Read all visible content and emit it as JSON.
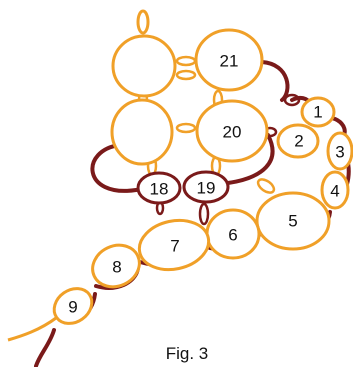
{
  "diagram": {
    "caption": "Fig. 3",
    "colors": {
      "orange": "#f0a028",
      "maroon": "#7a1a1a"
    },
    "rings": [
      {
        "label": "21",
        "color": "orange"
      },
      {
        "label": "20",
        "color": "orange"
      },
      {
        "label": "1",
        "color": "orange"
      },
      {
        "label": "2",
        "color": "orange"
      },
      {
        "label": "3",
        "color": "orange"
      },
      {
        "label": "4",
        "color": "orange"
      },
      {
        "label": "5",
        "color": "orange"
      },
      {
        "label": "6",
        "color": "orange"
      },
      {
        "label": "7",
        "color": "orange"
      },
      {
        "label": "8",
        "color": "orange"
      },
      {
        "label": "9",
        "color": "orange"
      },
      {
        "label": "18",
        "color": "maroon"
      },
      {
        "label": "19",
        "color": "maroon"
      }
    ]
  }
}
